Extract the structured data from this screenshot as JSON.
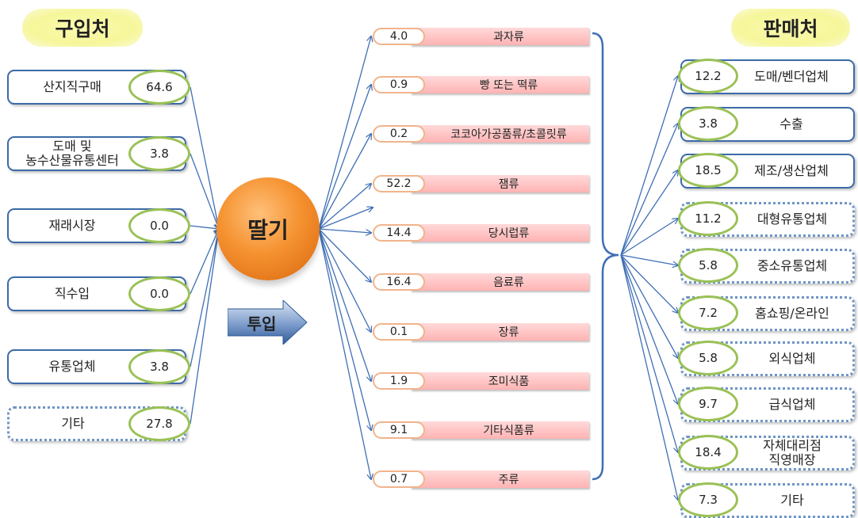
{
  "titles": {
    "source": "구입처",
    "sales": "판매처"
  },
  "center": {
    "label": "딸기",
    "input_label": "투입"
  },
  "sources": [
    {
      "label": "산지직구매",
      "value": "64.6",
      "style": "solid"
    },
    {
      "label": "도매 및\n농수산물유통센터",
      "value": "3.8",
      "style": "solid"
    },
    {
      "label": "재래시장",
      "value": "0.0",
      "style": "solid"
    },
    {
      "label": "직수입",
      "value": "0.0",
      "style": "solid"
    },
    {
      "label": "유통업체",
      "value": "3.8",
      "style": "solid"
    },
    {
      "label": "기타",
      "value": "27.8",
      "style": "dashed"
    }
  ],
  "products": [
    {
      "value": "4.0",
      "label": "과자류"
    },
    {
      "value": "0.9",
      "label": "빵 또는 떡류"
    },
    {
      "value": "0.2",
      "label": "코코아가공품류/초콜릿류"
    },
    {
      "value": "52.2",
      "label": "잼류"
    },
    {
      "value": "14.4",
      "label": "당시럽류"
    },
    {
      "value": "16.4",
      "label": "음료류"
    },
    {
      "value": "0.1",
      "label": "장류"
    },
    {
      "value": "1.9",
      "label": "조미식품"
    },
    {
      "value": "9.1",
      "label": "기타식품류"
    },
    {
      "value": "0.7",
      "label": "주류"
    }
  ],
  "sales": [
    {
      "value": "12.2",
      "label": "도매/벤더업체",
      "style": "solid"
    },
    {
      "value": "3.8",
      "label": "수출",
      "style": "solid"
    },
    {
      "value": "18.5",
      "label": "제조/생산업체",
      "style": "solid"
    },
    {
      "value": "11.2",
      "label": "대형유통업체",
      "style": "dashed"
    },
    {
      "value": "5.8",
      "label": "중소유통업체",
      "style": "dashed"
    },
    {
      "value": "7.2",
      "label": "홈쇼핑/온라인",
      "style": "dashed"
    },
    {
      "value": "5.8",
      "label": "외식업체",
      "style": "dashed"
    },
    {
      "value": "9.7",
      "label": "급식업체",
      "style": "dashed"
    },
    {
      "value": "18.4",
      "label": "자체대리점\n직영매장",
      "style": "dashed"
    },
    {
      "value": "7.3",
      "label": "기타",
      "style": "dashed"
    }
  ],
  "colors": {
    "wire": "#3f6fb5",
    "box_border": "#3c6aa8",
    "oval_border": "#9ac156",
    "product_bar": "#ffbcbc",
    "center": "#f39a3e"
  }
}
